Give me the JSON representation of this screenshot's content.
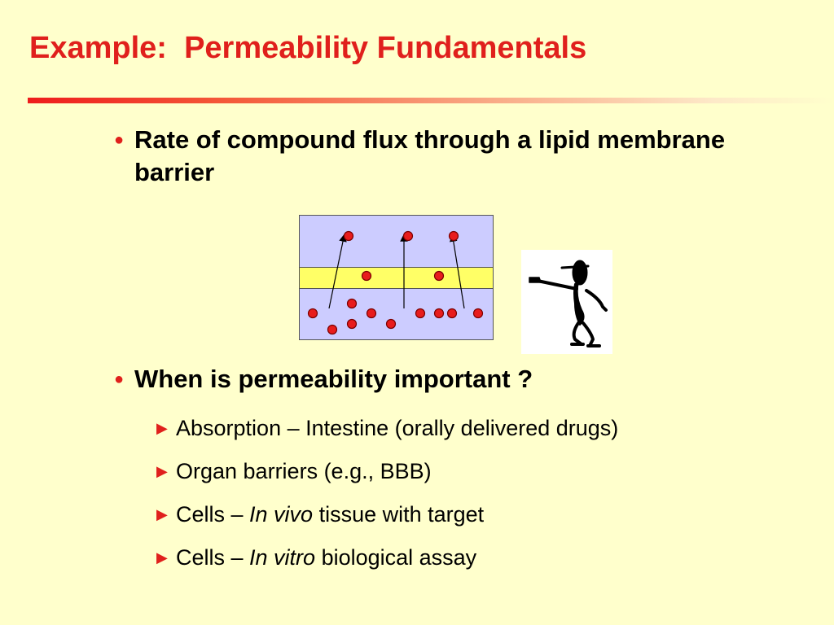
{
  "slide": {
    "title": "Example:  Permeability Fundamentals",
    "bullets": [
      {
        "text": "Rate of compound flux through a lipid membrane barrier"
      },
      {
        "text": "When is permeability important ?",
        "subitems": [
          {
            "prefix": "Absorption – Intestine (orally delivered drugs)",
            "italic": "",
            "suffix": ""
          },
          {
            "prefix": "Organ barriers (e.g., BBB)",
            "italic": "",
            "suffix": ""
          },
          {
            "prefix": "Cells – ",
            "italic": "In vivo",
            "suffix": " tissue with target"
          },
          {
            "prefix": "Cells – ",
            "italic": "In vitro",
            "suffix": " biological assay"
          }
        ]
      }
    ]
  },
  "colors": {
    "background": "#ffffcc",
    "title": "#e0201c",
    "compartment": "#ccccff",
    "membrane": "#ffff66",
    "molecule": "#e81c1c"
  },
  "icons": {
    "bullet": "red-dot-bullet",
    "subbullet": "red-triangle-arrow",
    "figure": "pointing-stick-figure"
  }
}
